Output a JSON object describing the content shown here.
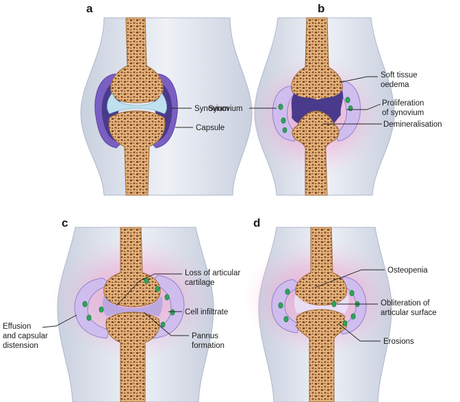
{
  "figure": {
    "panels": [
      {
        "letter": "a",
        "labels": [
          {
            "lines": [
              "Synovium"
            ]
          },
          {
            "lines": [
              "Capsule"
            ]
          }
        ]
      },
      {
        "letter": "b",
        "labels": [
          {
            "lines": [
              "Soft tissue",
              "oedema"
            ]
          },
          {
            "lines": [
              "Synovium"
            ]
          },
          {
            "lines": [
              "Proliferation",
              "of synovium"
            ]
          },
          {
            "lines": [
              "Demineralisation"
            ]
          }
        ]
      },
      {
        "letter": "c",
        "labels": [
          {
            "lines": [
              "Loss of articular",
              "cartilage"
            ]
          },
          {
            "lines": [
              "Cell infiltrate"
            ]
          },
          {
            "lines": [
              "Effusion",
              "and capsular",
              "distension"
            ]
          },
          {
            "lines": [
              "Pannus",
              "formation"
            ]
          }
        ]
      },
      {
        "letter": "d",
        "labels": [
          {
            "lines": [
              "Osteopenia"
            ]
          },
          {
            "lines": [
              "Obliteration of",
              "articular surface"
            ]
          },
          {
            "lines": [
              "Erosions"
            ]
          }
        ]
      }
    ]
  },
  "colors": {
    "soft_tissue": "#dde2ec",
    "soft_tissue_edge": "#aeb6c9",
    "bone": "#e3b47c",
    "bone_edge": "#9b6a3a",
    "bone_dots": "#7a3d1c",
    "cartilage": "#bfe0ee",
    "synovium": "#4a3a8c",
    "capsule": "#7a5fc2",
    "inflammation": "#f06bb6",
    "cells": "#2fa35a"
  }
}
